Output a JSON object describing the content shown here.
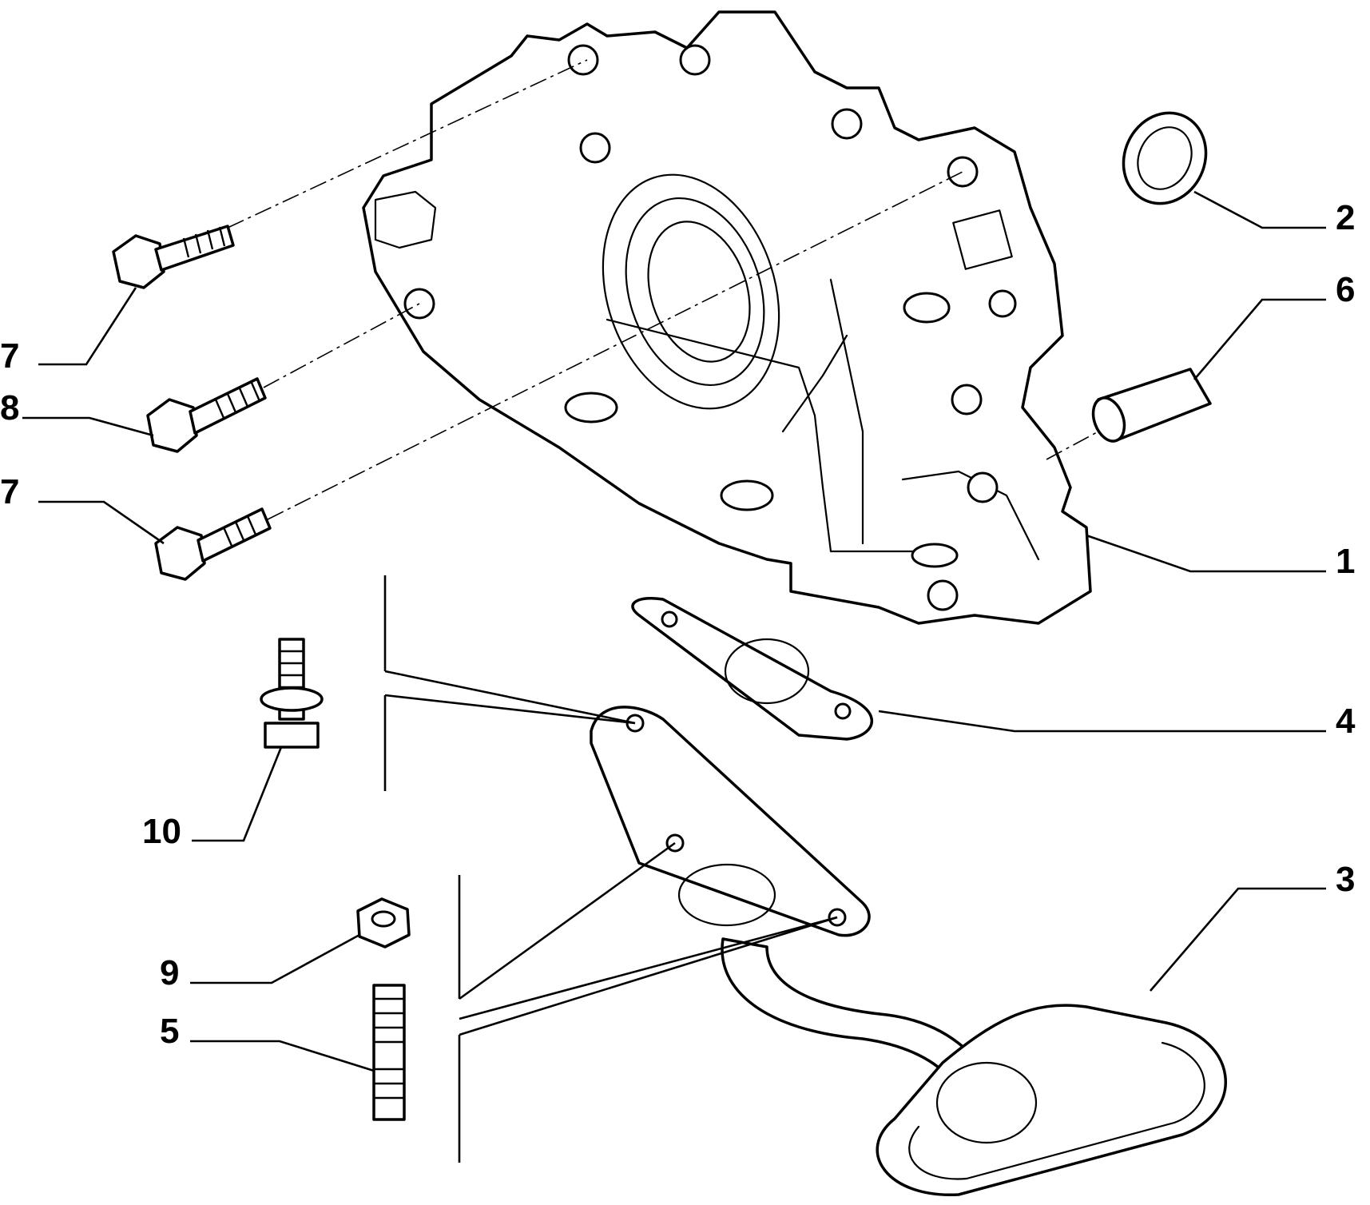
{
  "callouts": [
    {
      "id": "c7a",
      "text": "7"
    },
    {
      "id": "c8",
      "text": "8"
    },
    {
      "id": "c7b",
      "text": "7"
    },
    {
      "id": "c10",
      "text": "10"
    },
    {
      "id": "c9",
      "text": "9"
    },
    {
      "id": "c5",
      "text": "5"
    },
    {
      "id": "c2",
      "text": "2"
    },
    {
      "id": "c6",
      "text": "6"
    },
    {
      "id": "c1",
      "text": "1"
    },
    {
      "id": "c4",
      "text": "4"
    },
    {
      "id": "c3",
      "text": "3"
    }
  ]
}
